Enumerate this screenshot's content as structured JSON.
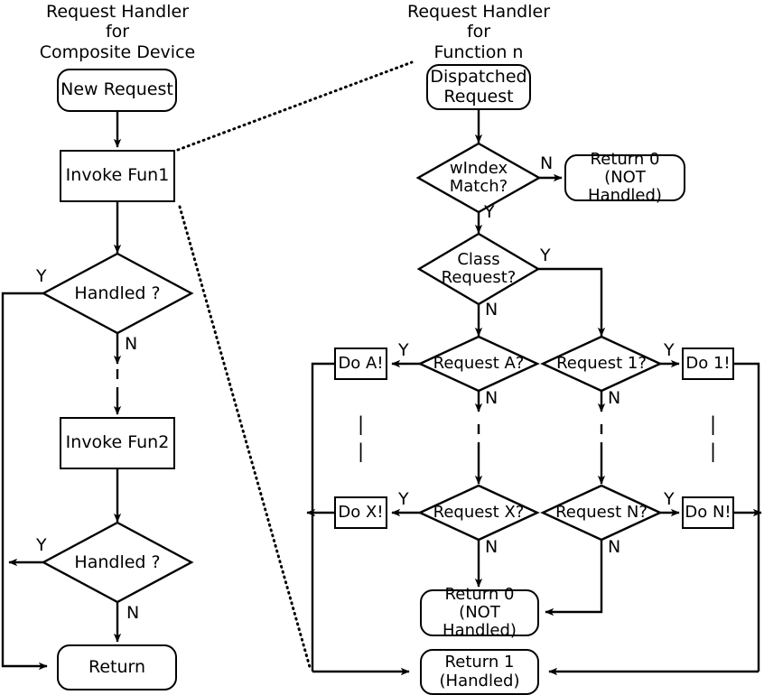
{
  "diagram": {
    "type": "flowchart",
    "background": "#ffffff",
    "stroke": "#000000",
    "titles": {
      "left": "Request Handler\nfor\nComposite Device",
      "left_lines": [
        "Request Handler",
        "for",
        "Composite Device"
      ],
      "right": "Request Handler\nfor\nFunction n",
      "right_lines": [
        "Request Handler",
        "for",
        "Function n"
      ]
    },
    "left_column": {
      "nodes": {
        "new_request": "New Request",
        "invoke_fun1": "Invoke Fun1",
        "handled_1": "Handled ?",
        "invoke_fun2": "Invoke Fun2",
        "handled_2": "Handled ?",
        "return": "Return"
      },
      "edge_labels": {
        "handled1_yes": "Y",
        "handled1_no": "N",
        "handled2_yes": "Y",
        "handled2_no": "N"
      }
    },
    "right_column": {
      "nodes": {
        "dispatched_request_lines": [
          "Dispatched",
          "Request"
        ],
        "windex_match_lines": [
          "wIndex",
          "Match?"
        ],
        "return0_top_lines": [
          "Return 0",
          "(NOT Handled)"
        ],
        "class_request_lines": [
          "Class",
          "Request?"
        ],
        "request_a": "Request A?",
        "request_x": "Request X?",
        "request_1": "Request 1?",
        "request_n": "Request N?",
        "do_a": "Do A!",
        "do_x": "Do X!",
        "do_1": "Do 1!",
        "do_n": "Do N!",
        "return0_bottom_lines": [
          "Return 0",
          "(NOT Handled)"
        ],
        "return1_lines": [
          "Return 1",
          "(Handled)"
        ]
      },
      "edge_labels": {
        "windex_no": "N",
        "windex_yes": "Y",
        "class_yes": "Y",
        "class_no": "N",
        "request_a_yes": "Y",
        "request_a_no": "N",
        "request_x_yes": "Y",
        "request_x_no": "N",
        "request_1_yes": "Y",
        "request_1_no": "N",
        "request_n_yes": "Y",
        "request_n_no": "N"
      },
      "continuation_marks": {
        "left_dots": "|\n|",
        "right_dots": "|\n|",
        "mark": "|"
      }
    }
  }
}
